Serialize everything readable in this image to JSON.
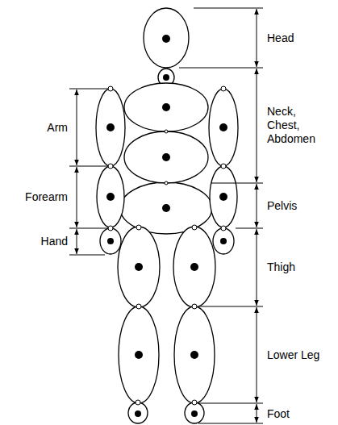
{
  "diagram": {
    "labels": [
      "Head",
      "Arm",
      "Neck, Chest, Abdomen",
      "Forearm",
      "Pelvis",
      "Hand",
      "Thigh",
      "Lower Leg",
      "Foot"
    ]
  }
}
